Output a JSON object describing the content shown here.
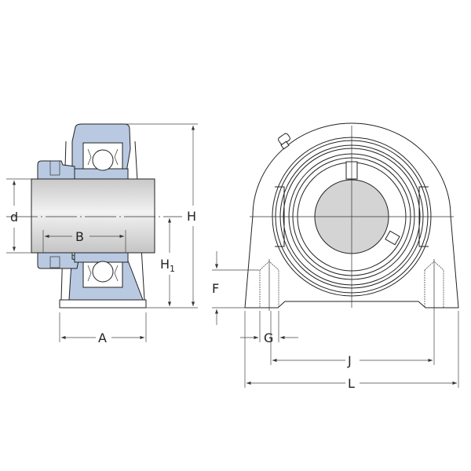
{
  "drawing": {
    "title": "Pillow block ball bearing unit dimensions",
    "labels": {
      "d": "d",
      "B": "B",
      "H": "H",
      "H1_main": "H",
      "H1_sub": "1",
      "A": "A",
      "F": "F",
      "G": "G",
      "J": "J",
      "L": "L"
    },
    "colors": {
      "housing_section": "#b9c9e2",
      "shaft": "#d4d4d4",
      "line": "#222222"
    }
  }
}
